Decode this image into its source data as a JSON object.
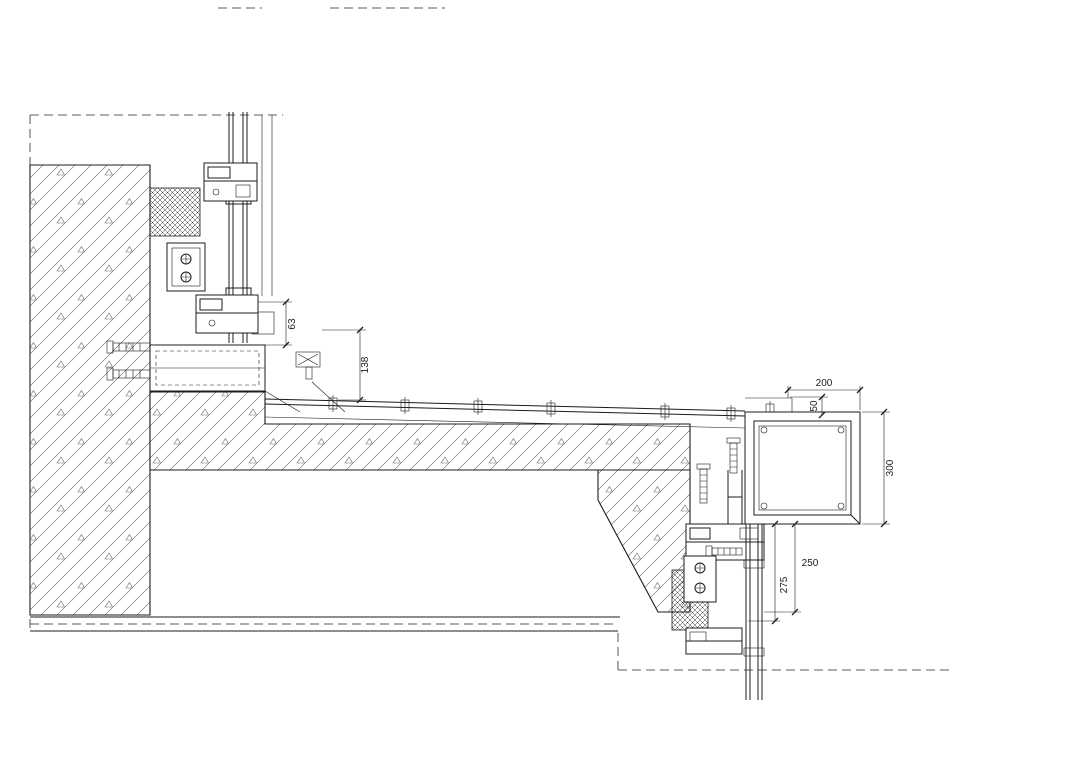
{
  "drawing": {
    "kind": "curtain-wall-facade-section-detail",
    "dimensions": {
      "d63": "63",
      "d138": "138",
      "d200": "200",
      "d50": "50",
      "d300": "300",
      "d250": "250",
      "d275": "275"
    },
    "colors": {
      "line": "#1c1c1c",
      "hatch": "#6a6a6a",
      "background": "#ffffff"
    }
  }
}
